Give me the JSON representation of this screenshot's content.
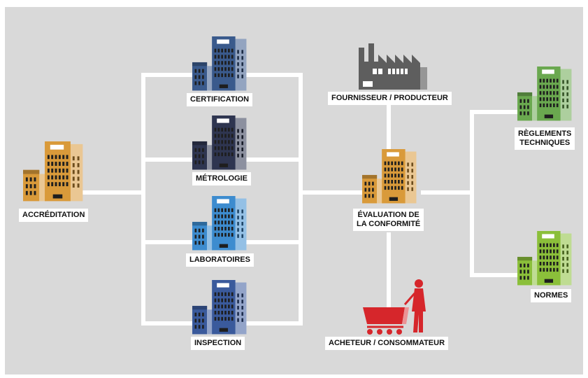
{
  "colors": {
    "background": "#d9d9d9",
    "connector": "#ffffff",
    "accreditation": "#d99a3a",
    "conformity": "#d99a3a",
    "certification": "#3a5a8c",
    "metrology": "#2e3550",
    "laboratories": "#3d8ccf",
    "inspection": "#3a5a9c",
    "supplier": "#5e5e5e",
    "buyer": "#d6262b",
    "regulations": "#6aa84f",
    "standards": "#8bbf3a"
  },
  "nodes": {
    "accreditation": {
      "label": "ACCRÉDITATION",
      "icon": "office-buildings-icon"
    },
    "certification": {
      "label": "CERTIFICATION",
      "icon": "office-buildings-icon"
    },
    "metrology": {
      "label": "MÉTROLOGIE",
      "icon": "office-buildings-icon"
    },
    "laboratories": {
      "label": "LABORATOIRES",
      "icon": "office-buildings-icon"
    },
    "inspection": {
      "label": "INSPECTION",
      "icon": "office-buildings-icon"
    },
    "supplier": {
      "label": "FOURNISSEUR / PRODUCTEUR",
      "icon": "factory-icon"
    },
    "conformity": {
      "label_line1": "ÉVALUATION DE",
      "label_line2": "LA CONFORMITÉ",
      "icon": "office-buildings-icon"
    },
    "buyer": {
      "label": "ACHETEUR / CONSOMMATEUR",
      "icon": "shopper-with-cart-icon"
    },
    "regulations": {
      "label_line1": "RÈGLEMENTS",
      "label_line2": "TECHNIQUES",
      "icon": "office-buildings-icon"
    },
    "standards": {
      "label": "NORMES",
      "icon": "office-buildings-icon"
    }
  }
}
